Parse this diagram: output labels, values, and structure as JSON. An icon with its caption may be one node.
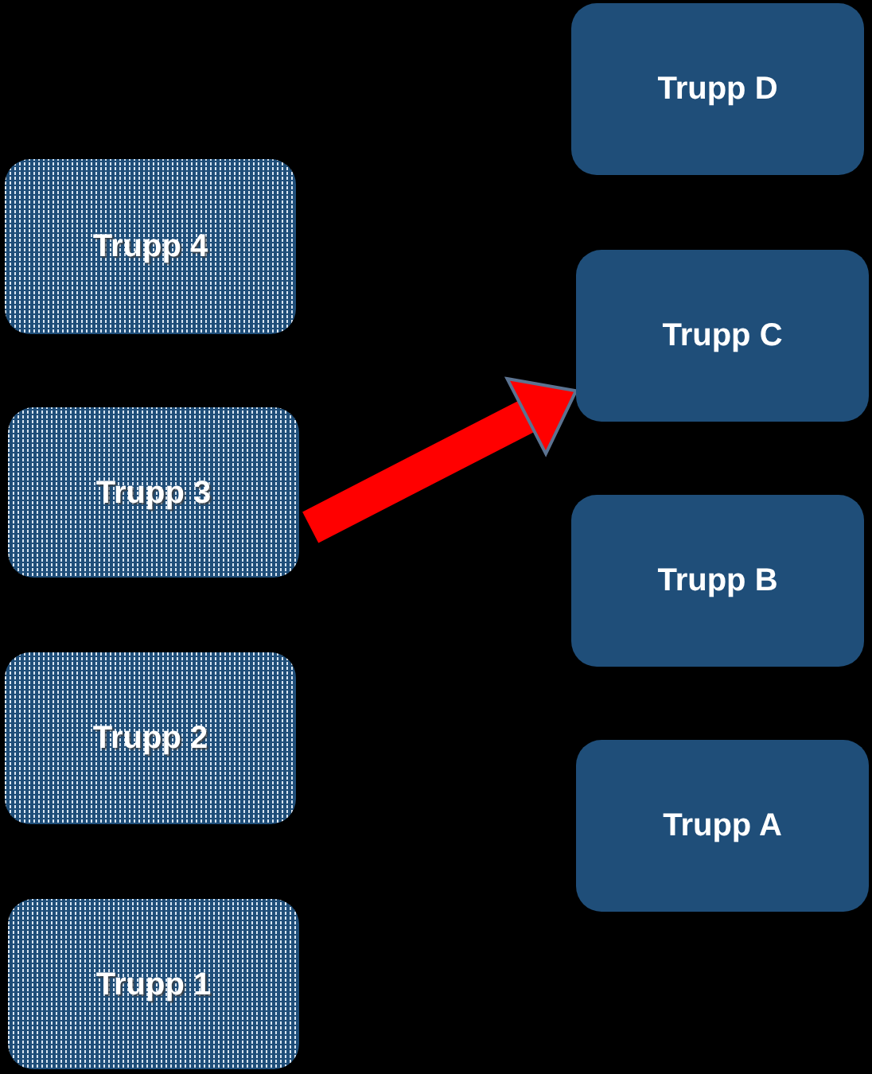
{
  "diagram": {
    "nodes": [
      {
        "text": [
          "Trupp 4"
        ]
      },
      {
        "text": [
          "Trupp 3"
        ]
      },
      {
        "text": [
          "Trupp 2"
        ]
      },
      {
        "text": [
          "Trupp 1"
        ]
      },
      {
        "text": [
          "Trupp D"
        ]
      },
      {
        "text": [
          "Trupp C"
        ]
      },
      {
        "text": [
          "Trupp B"
        ]
      },
      {
        "text": [
          "Trupp A"
        ]
      }
    ],
    "edges": [
      {
        "from": 1,
        "to": 5,
        "arrow": "to",
        "color": "#ff0000"
      }
    ]
  }
}
